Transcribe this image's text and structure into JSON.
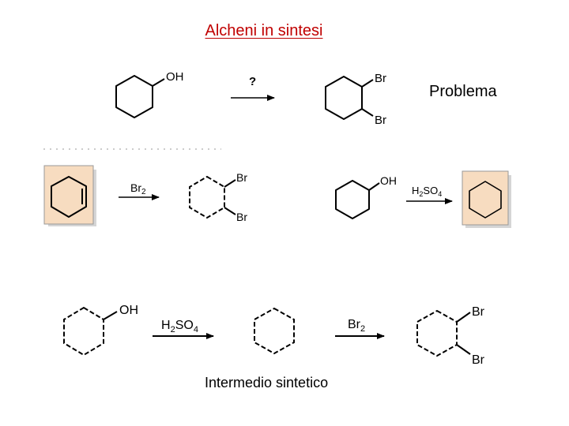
{
  "slide": {
    "title": "Alcheni in sintesi",
    "problem_label": "Problema",
    "intermediate_label": "Intermedio sintetico",
    "title_color": "#c00000",
    "box_fill": "#f7dcc0",
    "box_border": "#999999"
  },
  "problem_row": {
    "reagent_group": "OH",
    "arrow_label": "?",
    "product_group_top": "Br",
    "product_group_bottom": "Br"
  },
  "middle_row": {
    "left_reaction": {
      "arrow_label": "Br",
      "arrow_label_sub": "2",
      "product_group_top": "Br",
      "product_group_bottom": "Br"
    },
    "right_reaction": {
      "reagent_group": "OH",
      "arrow_label": "H",
      "arrow_label_sub1": "2",
      "arrow_label_mid": "SO",
      "arrow_label_sub2": "4"
    }
  },
  "bottom_row": {
    "reagent_group": "OH",
    "arrow1_label": "H",
    "arrow1_label_sub1": "2",
    "arrow1_label_mid": "SO",
    "arrow1_label_sub2": "4",
    "arrow2_label": "Br",
    "arrow2_label_sub": "2",
    "product_group_top": "Br",
    "product_group_bottom": "Br"
  }
}
